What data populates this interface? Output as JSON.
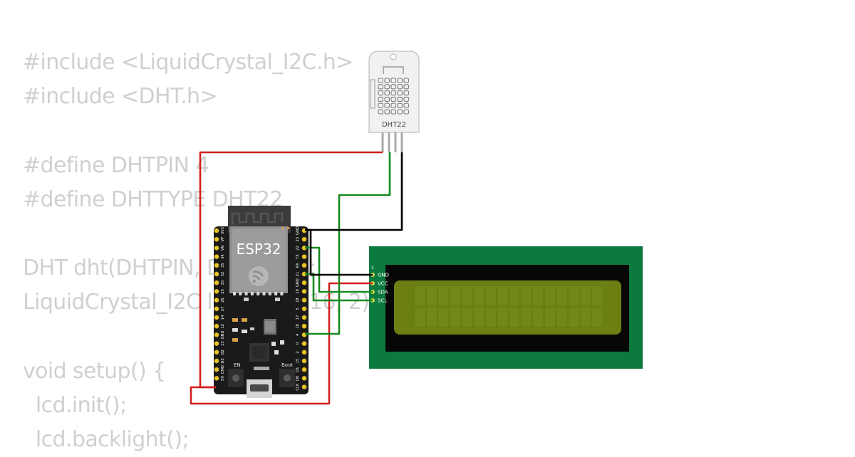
{
  "code_lines": [
    "#include <LiquidCrystal_I2C.h>",
    "#include <DHT.h>",
    "",
    "#define DHTPIN 4",
    "#define DHTTYPE DHT22",
    "",
    "DHT dht(DHTPIN, DHTTYPE);",
    "LiquidCrystal_I2C lcd(0x27, 16, 2);",
    "",
    "void setup() {",
    "  lcd.init();",
    "  lcd.backlight();"
  ],
  "dht": {
    "label": "DHT22"
  },
  "esp32": {
    "label": "ESP32",
    "en_label": "EN",
    "boot_label": "Boot",
    "left_pins": [
      "3V3",
      "VP",
      "VN",
      "34",
      "35",
      "32",
      "33",
      "25",
      "26",
      "27",
      "14",
      "12",
      "GND",
      "13",
      "D2",
      "D3",
      "CMD",
      "5V"
    ],
    "right_pins": [
      "GND",
      "23",
      "22",
      "TX",
      "RX",
      "21",
      "GND",
      "19",
      "18",
      "5",
      "17",
      "16",
      "4",
      "0",
      "2",
      "15",
      "D1",
      "D0",
      "CLK"
    ]
  },
  "lcd": {
    "pins": [
      "GND",
      "VCC",
      "SDA",
      "SCL"
    ],
    "marker": "1"
  },
  "colors": {
    "pcb_black": "#1a1a1a",
    "lcd_green": "#0c7a3e",
    "lcd_screen": "#6b7f12",
    "wire_red": "#d41e1e",
    "wire_green": "#168a1e",
    "wire_black": "#000000"
  }
}
